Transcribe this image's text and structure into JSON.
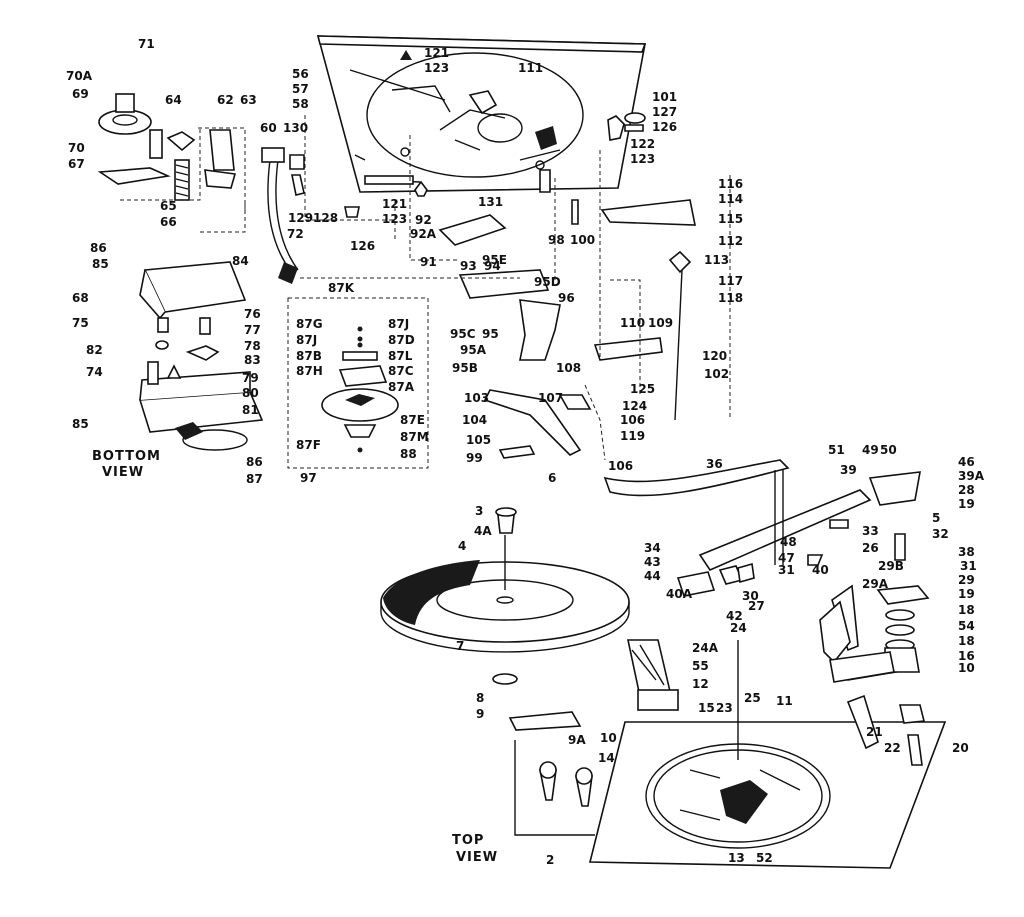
{
  "captions": {
    "bottom_view": [
      "BOTTOM",
      "VIEW"
    ],
    "top_view": [
      "TOP",
      "VIEW"
    ]
  },
  "labels": [
    "71",
    "70A",
    "69",
    "70",
    "67",
    "64",
    "62",
    "63",
    "65",
    "66",
    "60",
    "130",
    "129",
    "128",
    "72",
    "56",
    "57",
    "58",
    "121",
    "123",
    "111",
    "101",
    "127",
    "126",
    "122",
    "123",
    "121",
    "123",
    "126",
    "92",
    "92A",
    "131",
    "91",
    "93",
    "94",
    "98",
    "100",
    "116",
    "114",
    "115",
    "112",
    "113",
    "117",
    "118",
    "86",
    "85",
    "84",
    "68",
    "75",
    "76",
    "77",
    "78",
    "83",
    "79",
    "80",
    "81",
    "82",
    "74",
    "85",
    "86",
    "87",
    "87K",
    "87G",
    "87J",
    "87B",
    "87H",
    "87J",
    "87D",
    "87L",
    "87C",
    "87A",
    "87E",
    "87M",
    "87F",
    "88",
    "97",
    "95E",
    "95D",
    "96",
    "95C",
    "95",
    "95A",
    "95B",
    "108",
    "110",
    "109",
    "125",
    "124",
    "106",
    "119",
    "120",
    "102",
    "103",
    "104",
    "105",
    "99",
    "107",
    "106",
    "6",
    "3",
    "4A",
    "4",
    "7",
    "8",
    "9",
    "9A",
    "10",
    "14",
    "24",
    "24A",
    "55",
    "12",
    "15",
    "23",
    "25",
    "11",
    "13",
    "52",
    "2",
    "36",
    "51",
    "39",
    "49",
    "50",
    "46",
    "39A",
    "28",
    "19",
    "5",
    "32",
    "33",
    "26",
    "38",
    "48",
    "47",
    "31",
    "40",
    "34",
    "43",
    "44",
    "40A",
    "42",
    "30",
    "27",
    "31",
    "29B",
    "29A",
    "29",
    "19",
    "18",
    "54",
    "18",
    "16",
    "10",
    "21",
    "22",
    "20"
  ],
  "theme": {
    "ink": "#111111",
    "paper": "#ffffff"
  }
}
